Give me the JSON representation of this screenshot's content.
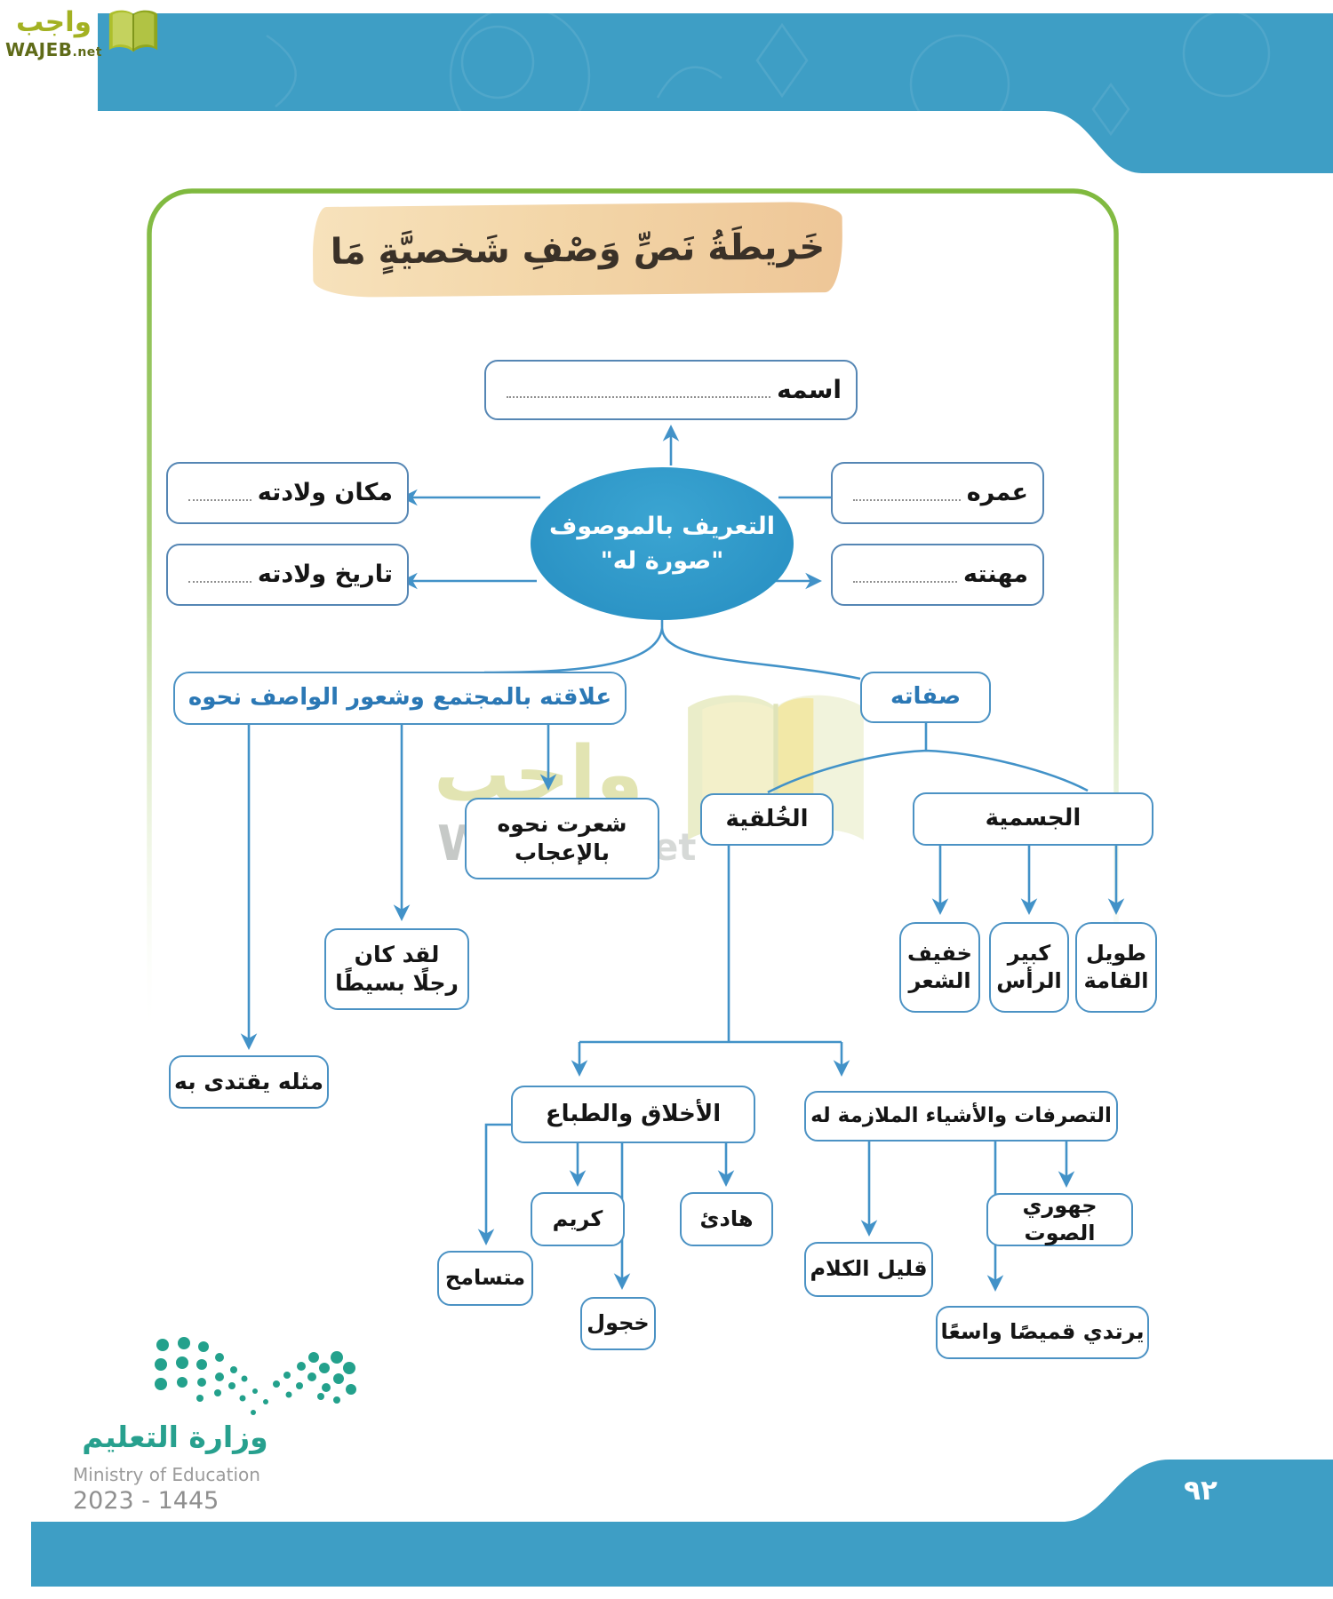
{
  "logo": {
    "arabic": "واجب",
    "latin": "WAJEB",
    "suffix": ".net"
  },
  "title": "خَريطَةُ نَصِّ وَصْفِ شَخصيَّةٍ مَا",
  "map": {
    "center": {
      "line1": "التعريف بالموصوف",
      "line2": "\"صورة له\""
    },
    "name_label": "اسمه",
    "age_label": "عمره",
    "job_label": "مهنته",
    "birthplace_label": "مكان ولادته",
    "birthdate_label": "تاريخ ولادته",
    "relation_label": "علاقته بالمجتمع وشعور الواصف نحوه",
    "traits_label": "صفاته",
    "moral_label": "الخُلقية",
    "physical_label": "الجسمية",
    "physical_items": [
      {
        "l1": "خفيف",
        "l2": "الشعر"
      },
      {
        "l1": "كبير",
        "l2": "الرأس"
      },
      {
        "l1": "طويل",
        "l2": "القامة"
      }
    ],
    "felt": {
      "l1": "شعرت نحوه",
      "l2": "بالإعجاب"
    },
    "simple_man": {
      "l1": "لقد كان",
      "l2": "رجلًا بسيطًا"
    },
    "example_label": "مثله يقتدى به",
    "morals_group_label": "الأخلاق والطباع",
    "behaviors_group_label": "التصرفات والأشياء الملازمة له",
    "morals_items": [
      "متسامح",
      "كريم",
      "هادئ",
      "خجول"
    ],
    "behaviors_items": [
      "قليل الكلام",
      "جهوري الصوت",
      "يرتدي قميصًا واسعًا"
    ]
  },
  "watermark": {
    "arabic": "واجب",
    "latin": "WAJEB",
    "suffix": ".net"
  },
  "footer": {
    "ministry_arabic": "وزارة التعليم",
    "ministry_english": "Ministry of Education",
    "edition_years": "2023 - 1445",
    "page_number": "٩٢"
  },
  "colors": {
    "band_blue": "#3E9EC5",
    "line_blue": "#4292C8",
    "ellipse_blue": "#2E97C8",
    "frame_green": "#7FB93E",
    "text_blue": "#2B78B5",
    "title_bg": "#F3D8AC",
    "ministry_teal": "#27A08E"
  }
}
